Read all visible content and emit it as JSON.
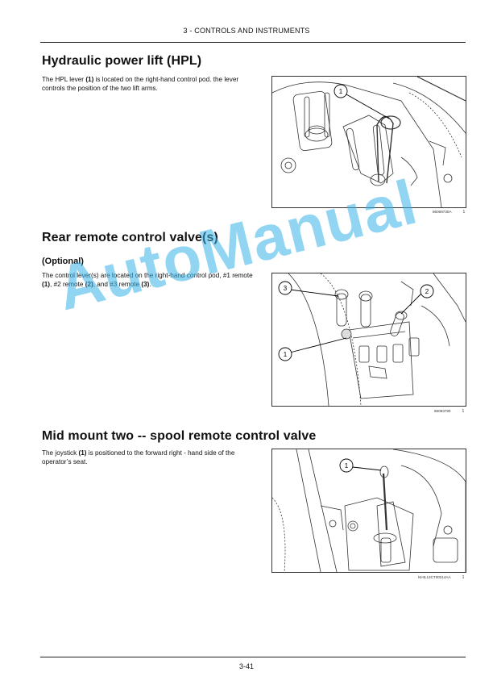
{
  "header": {
    "title": "3 - CONTROLS AND INSTRUMENTS"
  },
  "sections": [
    {
      "title": "Hydraulic power lift (HPL)",
      "text_a": "The HPL lever ",
      "bold_1": "(1)",
      "text_b": " is located on the right-hand control pod. the lever controls the position of the two lift arms.",
      "figure": {
        "callouts": [
          "1"
        ],
        "code": "86069730A",
        "index": "1"
      }
    },
    {
      "title": "Rear remote control valve(s)",
      "subtitle": "(Optional)",
      "text_a": "The control lever(s) are located on the right-hand control pod, #1 remote ",
      "bold_1": "(1)",
      "text_b": ", #2 remote ",
      "bold_2": "(2)",
      "text_c": ", and #3 remote ",
      "bold_3": "(3)",
      "text_d": ".",
      "figure": {
        "callouts": [
          "3",
          "2",
          "1"
        ],
        "code": "86093790",
        "index": "1"
      }
    },
    {
      "title": "Mid mount two -- spool remote control valve",
      "text_a": "The joystick ",
      "bold_1": "(1)",
      "text_b": " is positioned to the forward right - hand side of the operator’s seat.",
      "figure": {
        "callouts": [
          "1"
        ],
        "code": "NHIL13CT00214AA",
        "index": "1"
      }
    }
  ],
  "footer": {
    "page": "3-41"
  },
  "watermark": {
    "text": "AutoManual",
    "color": "#39b3e8"
  }
}
